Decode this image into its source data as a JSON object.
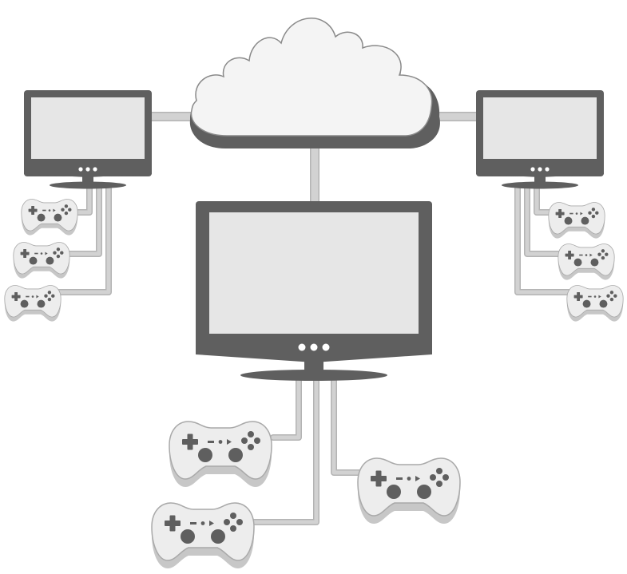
{
  "colors": {
    "screen_frame": "#5f5f5f",
    "screen_face": "#e6e6e6",
    "cable": "#d2d2d2",
    "cable_edge": "#b4b4b4",
    "controller_body": "#ededed",
    "controller_shadow": "#c7c7c7",
    "controller_edge": "#a9a9a9",
    "controller_marks": "#5f5f5f",
    "cloud_fill": "#f4f4f4",
    "cloud_shadow": "#5f5f5f",
    "cloud_edge": "#8a8a8a",
    "indicator_dots": "#ffffff"
  },
  "icons": {
    "cloud": "cloud-icon",
    "display": "monitor-icon",
    "gamepad": "gamepad-icon"
  },
  "network": {
    "hub": "cloud",
    "displays": [
      {
        "id": "left-display",
        "controllers": 3
      },
      {
        "id": "center-display",
        "controllers": 3
      },
      {
        "id": "right-display",
        "controllers": 3
      }
    ]
  }
}
